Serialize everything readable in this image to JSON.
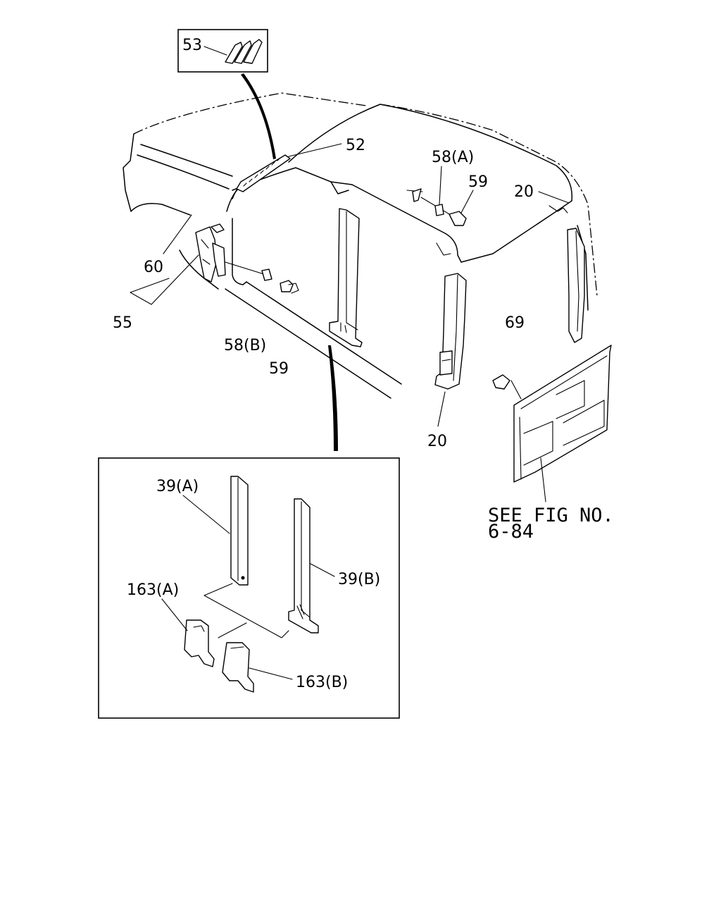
{
  "labels": {
    "p53": "53",
    "p52": "52",
    "p58a": "58(A)",
    "p59_top": "59",
    "p20_right": "20",
    "p60": "60",
    "p55": "55",
    "p58b": "58(B)",
    "p59_bottom": "59",
    "p69": "69",
    "p20_center": "20",
    "p39a": "39(A)",
    "p39b": "39(B)",
    "p163a": "163(A)",
    "p163b": "163(B)"
  },
  "reference": {
    "line1": "SEE FIG NO.",
    "line2": "6-84"
  }
}
